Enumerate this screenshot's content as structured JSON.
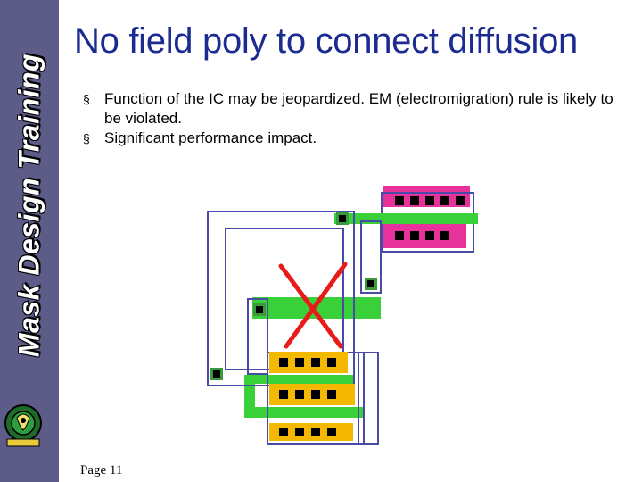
{
  "sidebar": {
    "title": "Mask Design Training"
  },
  "slide": {
    "title": "No field poly to connect diffusion",
    "bullets": [
      {
        "marker": "§",
        "text": "Function of the IC may be jeopardized. EM (electromigration) rule is likely to be violated."
      },
      {
        "marker": "§",
        "text": "Significant performance impact."
      }
    ],
    "footer": "Page 11"
  },
  "diagram": {
    "icons": [
      "cross-icon"
    ],
    "colors": {
      "diffusion_top": "#e8329b",
      "diffusion_bottom": "#f5b800",
      "poly": "#3ad03a",
      "metal_outline": "#4a4aa8",
      "contact": "#000000",
      "cross": "#e81a1a"
    }
  }
}
